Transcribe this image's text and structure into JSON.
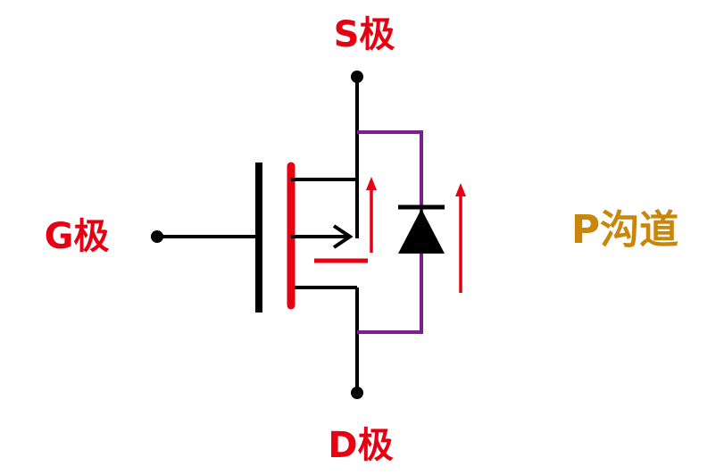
{
  "labels": {
    "source": "S极",
    "gate": "G极",
    "drain": "D极",
    "channel": "P沟道"
  },
  "colors": {
    "terminal_label": "#e60012",
    "channel_label": "#c8860a",
    "wire": "#000000",
    "channel_bar": "#e60012",
    "current_arrow": "#e60012",
    "diode_path": "#7a1f8c",
    "background": "#ffffff"
  },
  "icons": {
    "diode": "body-diode-symbol",
    "terminal": "terminal-dot",
    "arrow": "arrow-up"
  }
}
